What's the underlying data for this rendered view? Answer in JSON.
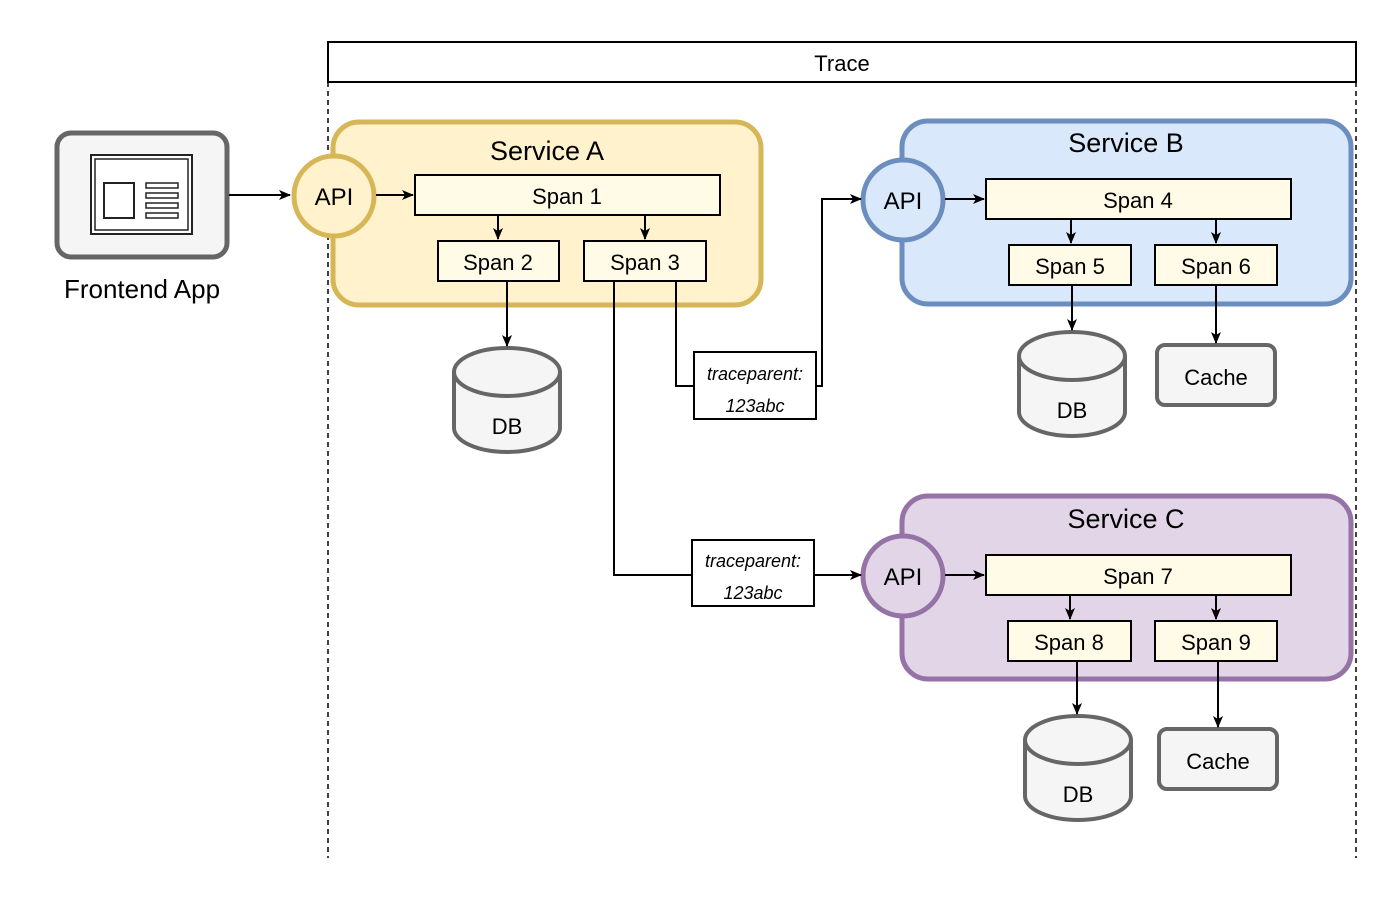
{
  "trace": {
    "title": "Trace"
  },
  "frontend": {
    "label": "Frontend App",
    "icon": "browser-window-icon"
  },
  "colors": {
    "service_a_fill": "#fff2cc",
    "service_a_stroke": "#d6b656",
    "service_b_fill": "#dae8fc",
    "service_b_stroke": "#6c8ebf",
    "service_c_fill": "#e1d5e7",
    "service_c_stroke": "#9673a6",
    "span_fill": "#fffbe6",
    "store_fill": "#f5f5f5",
    "store_stroke": "#666666"
  },
  "services": {
    "a": {
      "title": "Service A",
      "api": "API",
      "span1": "Span 1",
      "span2": "Span 2",
      "span3": "Span 3",
      "db": "DB"
    },
    "b": {
      "title": "Service B",
      "api": "API",
      "span4": "Span 4",
      "span5": "Span 5",
      "span6": "Span 6",
      "db": "DB",
      "cache": "Cache"
    },
    "c": {
      "title": "Service C",
      "api": "API",
      "span7": "Span 7",
      "span8": "Span 8",
      "span9": "Span 9",
      "db": "DB",
      "cache": "Cache"
    }
  },
  "headers": {
    "to_b": {
      "line1": "traceparent:",
      "line2": "123abc"
    },
    "to_c": {
      "line1": "traceparent:",
      "line2": "123abc"
    }
  }
}
